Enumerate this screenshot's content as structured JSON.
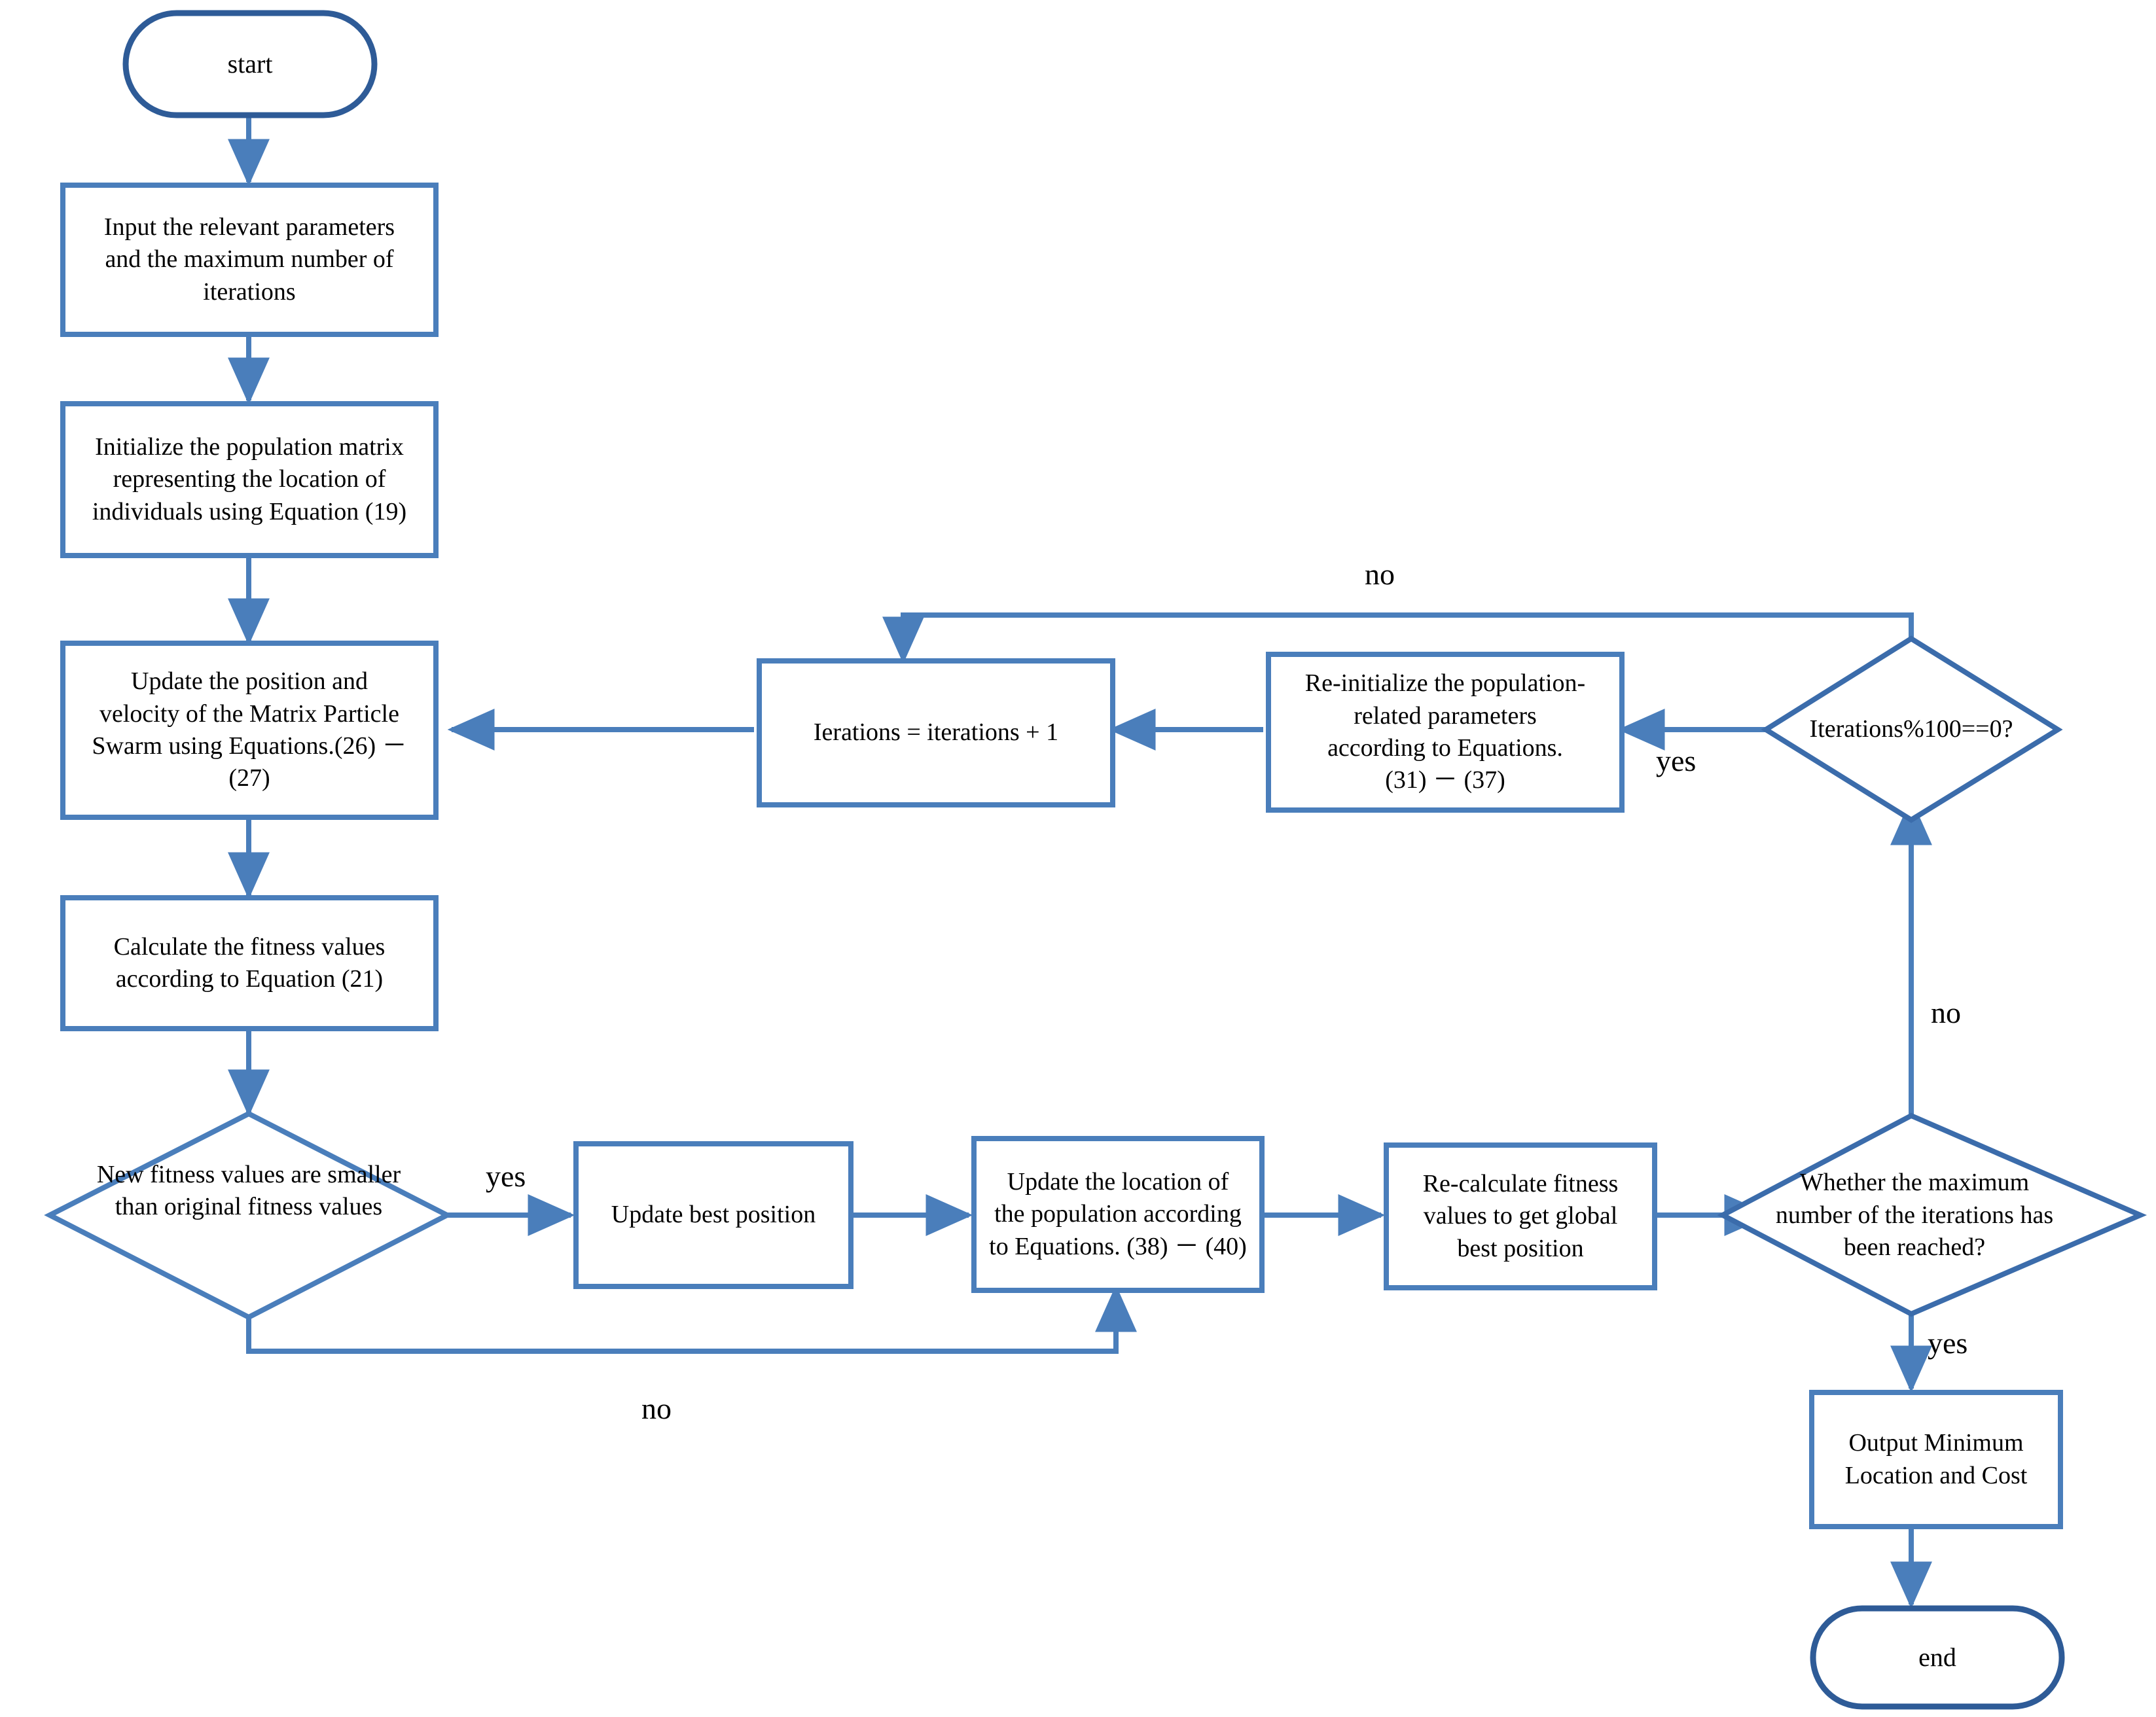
{
  "diagram": {
    "title": "Matrix Particle Swarm Optimization Algorithm Flowchart",
    "colors": {
      "process_stroke": "#4a7ebb",
      "terminal_stroke": "#2e5b97",
      "decision_stroke": "#3b6cab",
      "arrow": "#4a7ebb",
      "text": "#000000",
      "background": "#ffffff"
    }
  },
  "nodes": {
    "start": {
      "label": "start",
      "shape": "terminal"
    },
    "input_params": {
      "label": "Input the relevant parameters\nand the maximum number of\niterations",
      "shape": "process"
    },
    "initialize_population": {
      "label": "Initialize the population matrix\nrepresenting the location of\nindividuals using Equation (19)",
      "shape": "process"
    },
    "update_position_velocity": {
      "label": "Update the position and\nvelocity of the Matrix Particle\nSwarm using Equations.(26) －\n(27)",
      "shape": "process"
    },
    "calculate_fitness": {
      "label": "Calculate the fitness values\naccording to Equation (21)",
      "shape": "process"
    },
    "compare_fitness": {
      "label": "New fitness values are smaller\nthan original fitness values",
      "shape": "decision"
    },
    "update_best_position": {
      "label": "Update best position",
      "shape": "process"
    },
    "update_location": {
      "label": "Update the location of\nthe population according\nto Equations. (38) － (40)",
      "shape": "process"
    },
    "recalculate_fitness": {
      "label": "Re-calculate fitness\nvalues to get global\nbest position",
      "shape": "process"
    },
    "max_iterations_check": {
      "label": "Whether the maximum\nnumber of the iterations has\nbeen reached?",
      "shape": "decision"
    },
    "output_minimum": {
      "label": "Output Minimum\nLocation and Cost",
      "shape": "process"
    },
    "end": {
      "label": "end",
      "shape": "terminal"
    },
    "iterations_mod_check": {
      "label": "Iterations%100==0?",
      "shape": "decision"
    },
    "reinitialize_params": {
      "label": "Re-initialize the population-\nrelated parameters\naccording to Equations.\n(31) － (37)",
      "shape": "process"
    },
    "increment_iterations": {
      "label": "Ierations = iterations + 1",
      "shape": "process"
    }
  },
  "edge_labels": {
    "compare_yes": "yes",
    "compare_no": "no",
    "max_iter_yes": "yes",
    "max_iter_no": "no",
    "mod_yes": "yes",
    "mod_no": "no"
  },
  "chart_data": {
    "type": "flowchart",
    "edges": [
      {
        "from": "start",
        "to": "input_params",
        "label": ""
      },
      {
        "from": "input_params",
        "to": "initialize_population",
        "label": ""
      },
      {
        "from": "initialize_population",
        "to": "update_position_velocity",
        "label": ""
      },
      {
        "from": "update_position_velocity",
        "to": "calculate_fitness",
        "label": ""
      },
      {
        "from": "calculate_fitness",
        "to": "compare_fitness",
        "label": ""
      },
      {
        "from": "compare_fitness",
        "to": "update_best_position",
        "label": "yes"
      },
      {
        "from": "compare_fitness",
        "to": "update_location",
        "label": "no"
      },
      {
        "from": "update_best_position",
        "to": "update_location",
        "label": ""
      },
      {
        "from": "update_location",
        "to": "recalculate_fitness",
        "label": ""
      },
      {
        "from": "recalculate_fitness",
        "to": "max_iterations_check",
        "label": ""
      },
      {
        "from": "max_iterations_check",
        "to": "output_minimum",
        "label": "yes"
      },
      {
        "from": "max_iterations_check",
        "to": "iterations_mod_check",
        "label": "no"
      },
      {
        "from": "output_minimum",
        "to": "end",
        "label": ""
      },
      {
        "from": "iterations_mod_check",
        "to": "reinitialize_params",
        "label": "yes"
      },
      {
        "from": "iterations_mod_check",
        "to": "increment_iterations",
        "label": "no"
      },
      {
        "from": "reinitialize_params",
        "to": "increment_iterations",
        "label": ""
      },
      {
        "from": "increment_iterations",
        "to": "update_position_velocity",
        "label": ""
      }
    ]
  }
}
